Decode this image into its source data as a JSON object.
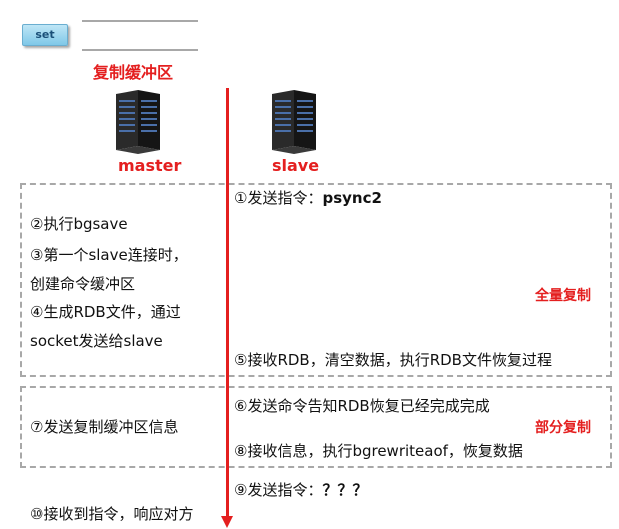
{
  "badge": {
    "label": "set"
  },
  "buffer": {
    "title": "复制缓冲区"
  },
  "nodes": {
    "master": "master",
    "slave": "slave"
  },
  "full_sync": {
    "tag": "全量复制",
    "step1": "①发送指令：",
    "step1_cmd": "psync2",
    "step2": "②执行bgsave",
    "step3_line1": "③第一个slave连接时，",
    "step3_line2": "创建命令缓冲区",
    "step4_line1": "④生成RDB文件，通过",
    "step4_line2": "socket发送给slave",
    "step5": "⑤接收RDB，清空数据，执行RDB文件恢复过程"
  },
  "partial_sync": {
    "tag": "部分复制",
    "step6": "⑥发送命令告知RDB恢复已经完成完成",
    "step7": "⑦发送复制缓冲区信息",
    "step8": "⑧接收信息，执行bgrewriteaof，恢复数据"
  },
  "tail": {
    "step9": "⑨发送指令：",
    "step9_cmd": "？？？",
    "step10": "⑩接收到指令，响应对方"
  },
  "colors": {
    "accent_red": "#e41f1f",
    "dash_gray": "#a8a8a8",
    "badge_blue": "#7fc8e8"
  },
  "icons": {
    "master": "server-icon",
    "slave": "server-icon"
  }
}
